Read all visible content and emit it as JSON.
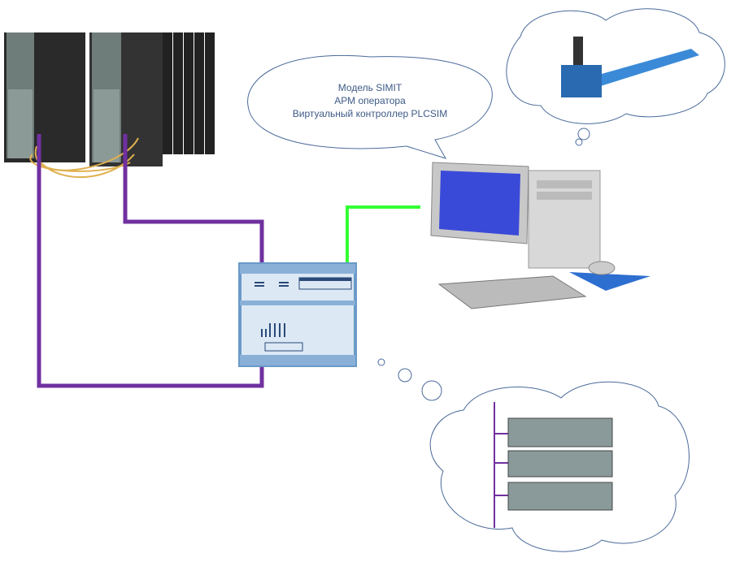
{
  "callout": {
    "lines": [
      "Модель SIMIT",
      "АРМ оператора",
      "Виртуальный контроллер PLCSIM"
    ]
  },
  "colors": {
    "profibus_cable": "#7030a0",
    "ethernet_cable": "#33ff33",
    "cloud_outline": "#4a6a9a",
    "callout_outline": "#4a6a9a"
  },
  "icons": [
    "plc-rack",
    "network-switch",
    "desktop-computer",
    "conveyor-operator",
    "plc-racks"
  ]
}
